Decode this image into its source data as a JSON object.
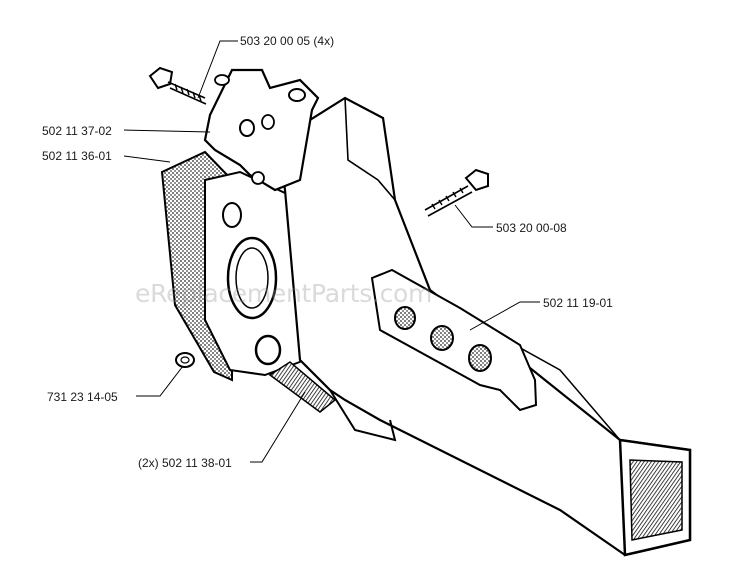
{
  "parts": [
    {
      "label": "503 20 00 05 (4x)"
    },
    {
      "label": "502 11 37-02"
    },
    {
      "label": "502 11 36-01"
    },
    {
      "label": "503 20 00-08"
    },
    {
      "label": "502 11 19-01"
    },
    {
      "label": "731 23 14-05"
    },
    {
      "label": "(2x) 502 11 38-01"
    }
  ],
  "watermark": "eReplacementParts.com"
}
